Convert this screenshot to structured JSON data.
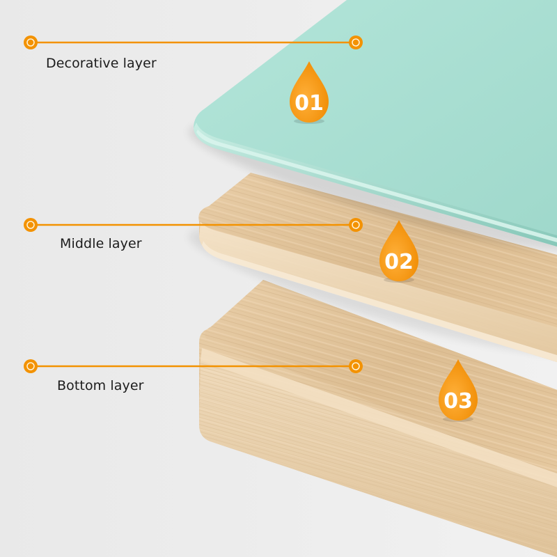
{
  "colors": {
    "background": "#ececec",
    "accent_orange": "#f39200",
    "decorative_layer": "#a6ddd0",
    "wood_light": "#ecd1ac",
    "wood_dark": "#d7b68a"
  },
  "layers": [
    {
      "label": "Decorative layer",
      "number": "01",
      "icon": "water-drop-icon"
    },
    {
      "label": "Middle layer",
      "number": "02",
      "icon": "water-drop-icon"
    },
    {
      "label": "Bottom layer",
      "number": "03",
      "icon": "water-drop-icon"
    }
  ]
}
